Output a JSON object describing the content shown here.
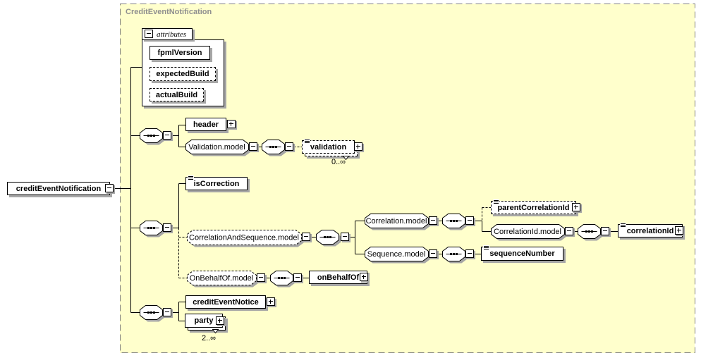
{
  "container": {
    "label": "CreditEventNotification"
  },
  "root": {
    "label": "creditEventNotification"
  },
  "attributes": {
    "tab_label": "attributes",
    "items": [
      {
        "label": "fpmlVersion",
        "required": true
      },
      {
        "label": "expectedBuild",
        "required": false
      },
      {
        "label": "actualBuild",
        "required": false
      }
    ]
  },
  "nodes": {
    "header": {
      "label": "header"
    },
    "validation_model": {
      "label": "Validation.model"
    },
    "validation": {
      "label": "validation",
      "occurs": "0..∞"
    },
    "is_correction": {
      "label": "isCorrection"
    },
    "correlation_and_sequence_model": {
      "label": "CorrelationAndSequence.model"
    },
    "correlation_model": {
      "label": "Correlation.model"
    },
    "parent_correlation_id": {
      "label": "parentCorrelationId"
    },
    "correlation_id_model": {
      "label": "CorrelationId.model"
    },
    "correlation_id": {
      "label": "correlationId"
    },
    "sequence_model": {
      "label": "Sequence.model"
    },
    "sequence_number": {
      "label": "sequenceNumber"
    },
    "on_behalf_of_model": {
      "label": "OnBehalfOf.model"
    },
    "on_behalf_of": {
      "label": "onBehalfOf"
    },
    "credit_event_notice": {
      "label": "creditEventNotice"
    },
    "party": {
      "label": "party",
      "occurs": "2..∞"
    }
  },
  "icons": {
    "collapse": "minus-box",
    "expand": "plus-box",
    "sequence_compositor": "octagon-with-dotted-line",
    "simple_content": "three-lines"
  },
  "colors": {
    "container_bg": "#ffffcc",
    "container_border": "#808080",
    "container_label": "#8f8f8f",
    "node_bg": "#ffffff",
    "node_border": "#000000",
    "shadow": "#a6a6a6",
    "connector": "#000000"
  }
}
